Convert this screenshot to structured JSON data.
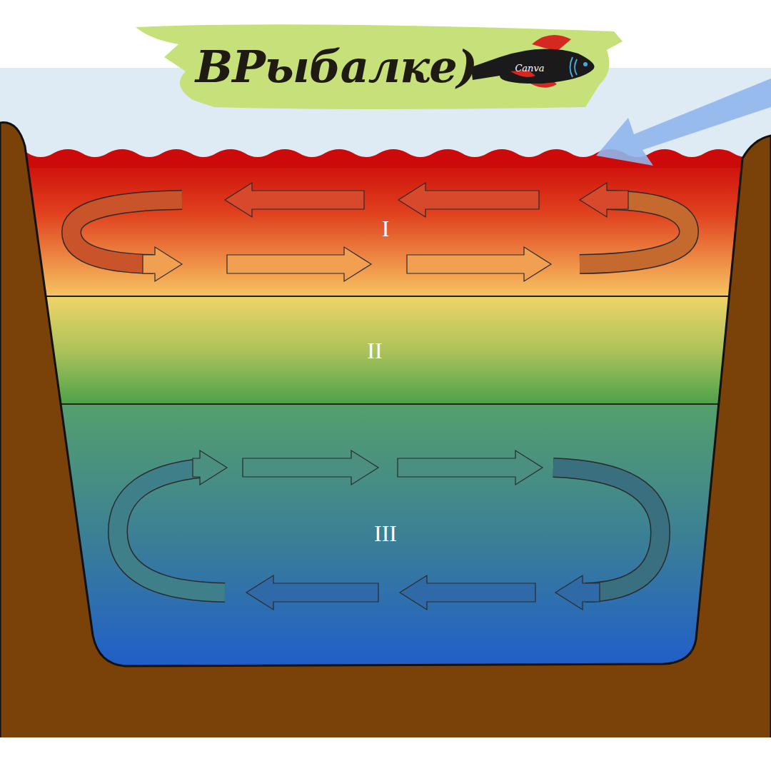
{
  "diagram": {
    "nodes": [
      {
        "text": [
          "I"
        ]
      },
      {
        "text": [
          "II"
        ]
      },
      {
        "text": [
          "III"
        ]
      }
    ],
    "labels": [
      "ВРыбалке)",
      "Canva"
    ]
  }
}
